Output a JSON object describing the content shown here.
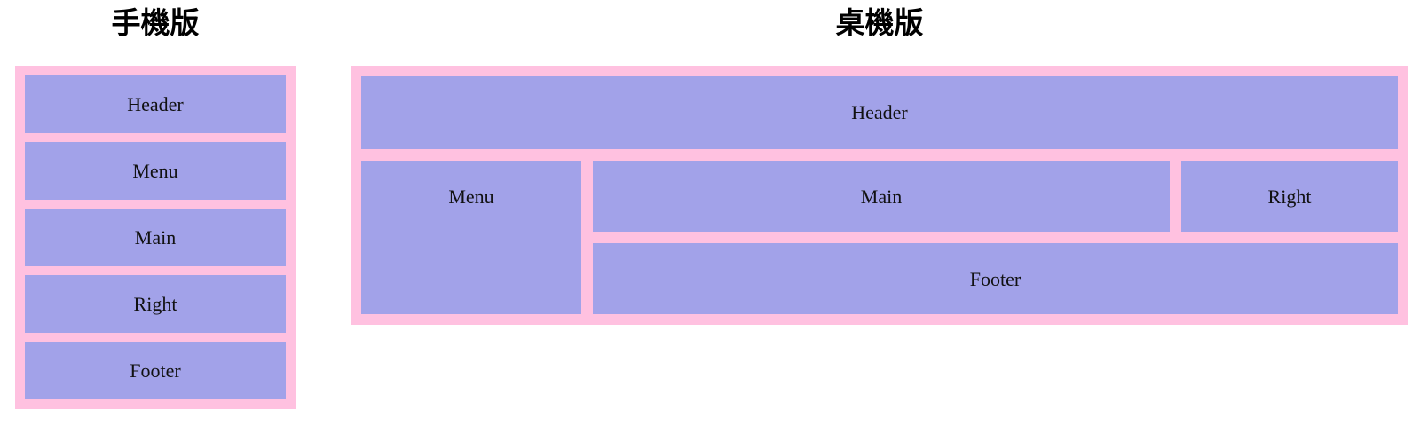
{
  "colors": {
    "container_pink": "#ffc1e0",
    "box_purple": "#a2a2e9",
    "label_text": "#111111",
    "title_text": "#000000"
  },
  "mobile": {
    "title": "手機版",
    "boxes": [
      {
        "label": "Header"
      },
      {
        "label": "Menu"
      },
      {
        "label": "Main"
      },
      {
        "label": "Right"
      },
      {
        "label": "Footer"
      }
    ]
  },
  "desktop": {
    "title": "桌機版",
    "boxes": [
      {
        "label": "Header"
      },
      {
        "label": "Menu"
      },
      {
        "label": "Main"
      },
      {
        "label": "Right"
      },
      {
        "label": "Footer"
      }
    ]
  }
}
